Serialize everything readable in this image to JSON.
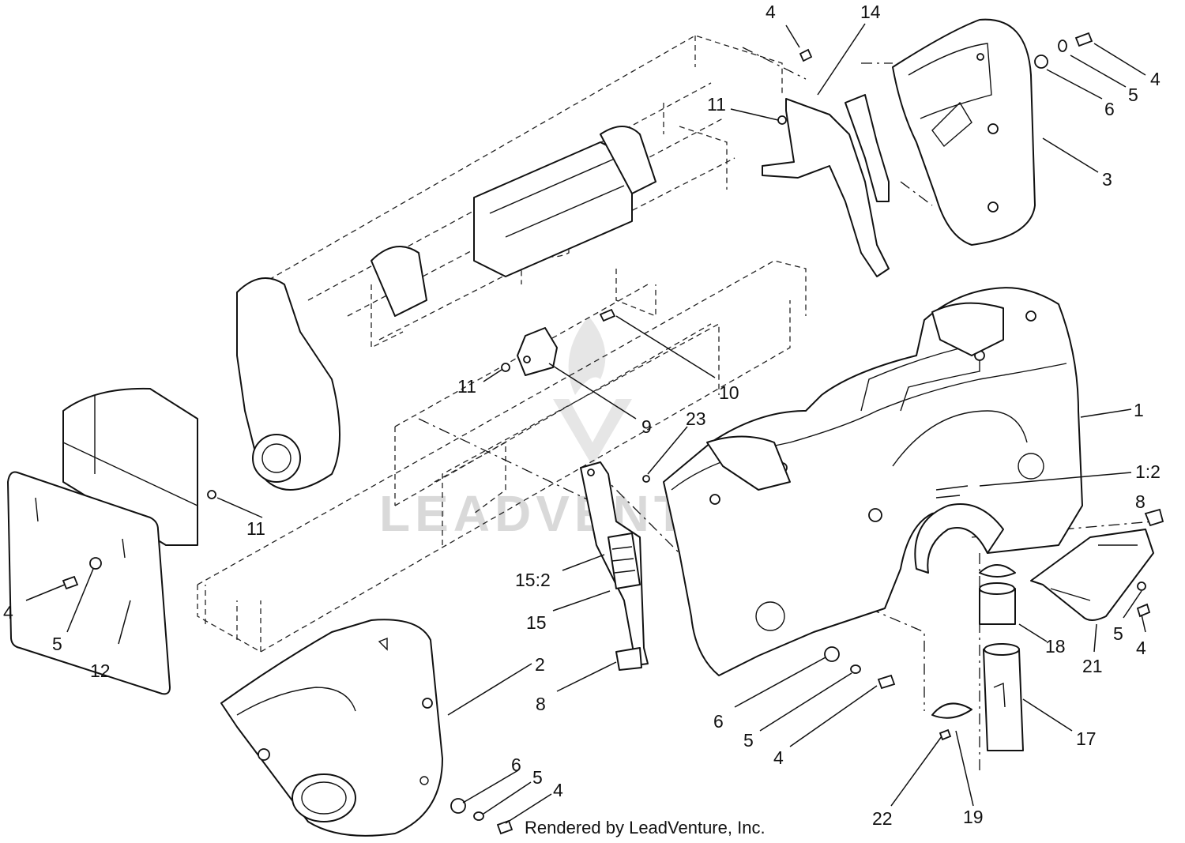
{
  "callouts": {
    "c4_top": "4",
    "c14": "14",
    "c11_top": "11",
    "c4_tr": "4",
    "c5_tr": "5",
    "c6_tr": "6",
    "c3": "3",
    "c10": "10",
    "c11_mid": "11",
    "c9": "9",
    "c23": "23",
    "c1": "1",
    "c1_2": "1:2",
    "c8_right": "8",
    "c11_left": "11",
    "c4_left": "4",
    "c5_left": "5",
    "c12": "12",
    "c15_2": "15:2",
    "c15": "15",
    "c2": "2",
    "c8_mid": "8",
    "c18": "18",
    "c21": "21",
    "c5_right": "5",
    "c4_right": "4",
    "c6_mid": "6",
    "c5_mid": "5",
    "c4_mid": "4",
    "c17": "17",
    "c6_bot": "6",
    "c5_bot": "5",
    "c4_bot": "4",
    "c22": "22",
    "c19": "19"
  },
  "watermark": "LEADVENTURE",
  "credit": "Rendered by LeadVenture, Inc."
}
